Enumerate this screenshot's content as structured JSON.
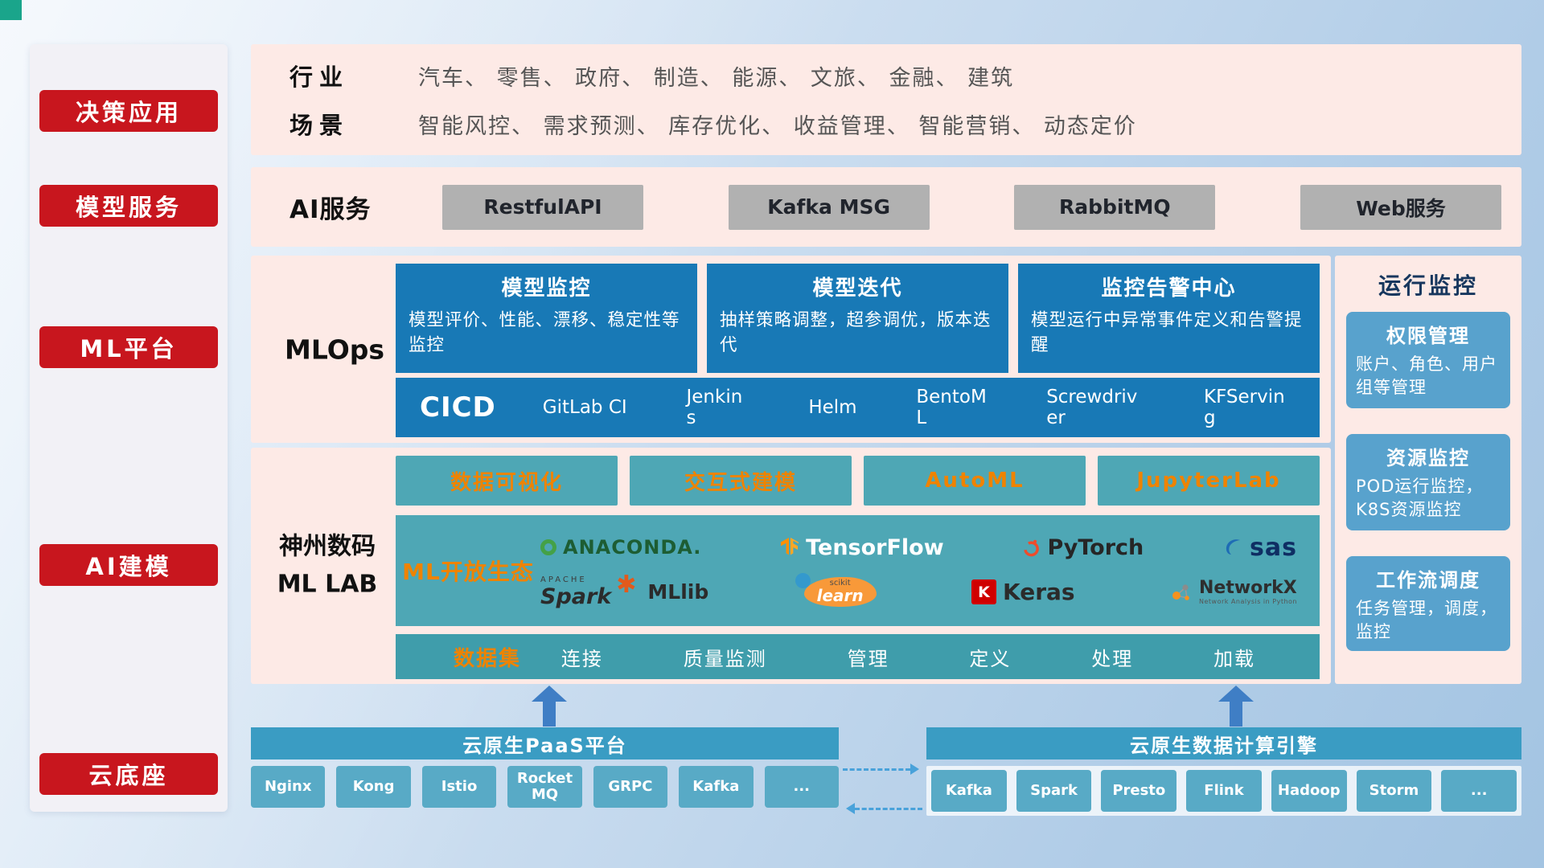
{
  "colors": {
    "red": "#c8161e",
    "pink_panel": "#fdeae6",
    "deep_blue": "#1879b6",
    "medium_blue": "#58a2cd",
    "teal": "#4ea7b5",
    "teal_dark": "#3f9dab",
    "teal_header": "#3a9cc3",
    "orange": "#ef8300",
    "gray_button": "#b1b1b1"
  },
  "sidebar": {
    "items": [
      {
        "label": "决策应用"
      },
      {
        "label": "模型服务"
      },
      {
        "label": "ML平台"
      },
      {
        "label": "AI建模"
      },
      {
        "label": "云底座"
      }
    ]
  },
  "application_layer": {
    "rows": [
      {
        "label": "行业",
        "value": "汽车、 零售、 政府、 制造、 能源、 文旅、 金融、 建筑"
      },
      {
        "label": "场景",
        "value": "智能风控、 需求预测、 库存优化、 收益管理、 智能营销、 动态定价"
      }
    ]
  },
  "service_layer": {
    "label": "AI服务",
    "buttons": [
      "RestfulAPI",
      "Kafka MSG",
      "RabbitMQ",
      "Web服务"
    ]
  },
  "mlops": {
    "label": "MLOps",
    "cards": [
      {
        "title": "模型监控",
        "desc": "模型评价、性能、漂移、稳定性等监控"
      },
      {
        "title": "模型迭代",
        "desc": "抽样策略调整，超参调优，版本迭代"
      },
      {
        "title": "监控告警中心",
        "desc": "模型运行中异常事件定义和告警提醒"
      }
    ],
    "cicd_label": "CICD",
    "cicd_items": [
      "GitLab CI",
      "Jenkins",
      "Helm",
      "BentoML",
      "Screwdriver",
      "KFServing"
    ]
  },
  "monitor_panel": {
    "title": "运行监控",
    "cards": [
      {
        "title": "权限管理",
        "desc": "账户、角色、用户组等管理"
      },
      {
        "title": "资源监控",
        "desc": "POD运行监控，K8S资源监控"
      },
      {
        "title": "工作流调度",
        "desc": "任务管理，调度，监控"
      }
    ]
  },
  "mllab": {
    "label_line1": "神州数码",
    "label_line2": "ML LAB",
    "tools": [
      "数据可视化",
      "交互式建模",
      "AutoML",
      "JupyterLab"
    ],
    "ecosystem_label": "ML开放生态",
    "logos": {
      "anaconda": "ANACONDA.",
      "tensorflow": "TensorFlow",
      "pytorch": "PyTorch",
      "sas": "sas",
      "spark_apache": "APACHE",
      "spark": "Spark",
      "mllib": "MLlib",
      "scikit_top": "scikit",
      "scikit": "learn",
      "keras_k": "K",
      "keras": "Keras",
      "networkx": "NetworkX",
      "networkx_sub": "Network Analysis in Python"
    },
    "dataset_label": "数据集",
    "dataset_items": [
      "连接",
      "质量监测",
      "管理",
      "定义",
      "处理",
      "加载"
    ]
  },
  "cloud_layer": {
    "paas": {
      "title": "云原生PaaS平台",
      "items": [
        "Nginx",
        "Kong",
        "Istio",
        "RocketMQ",
        "GRPC",
        "Kafka",
        "..."
      ]
    },
    "engine": {
      "title": "云原生数据计算引擎",
      "items": [
        "Kafka",
        "Spark",
        "Presto",
        "Flink",
        "Hadoop",
        "Storm",
        "..."
      ]
    }
  }
}
